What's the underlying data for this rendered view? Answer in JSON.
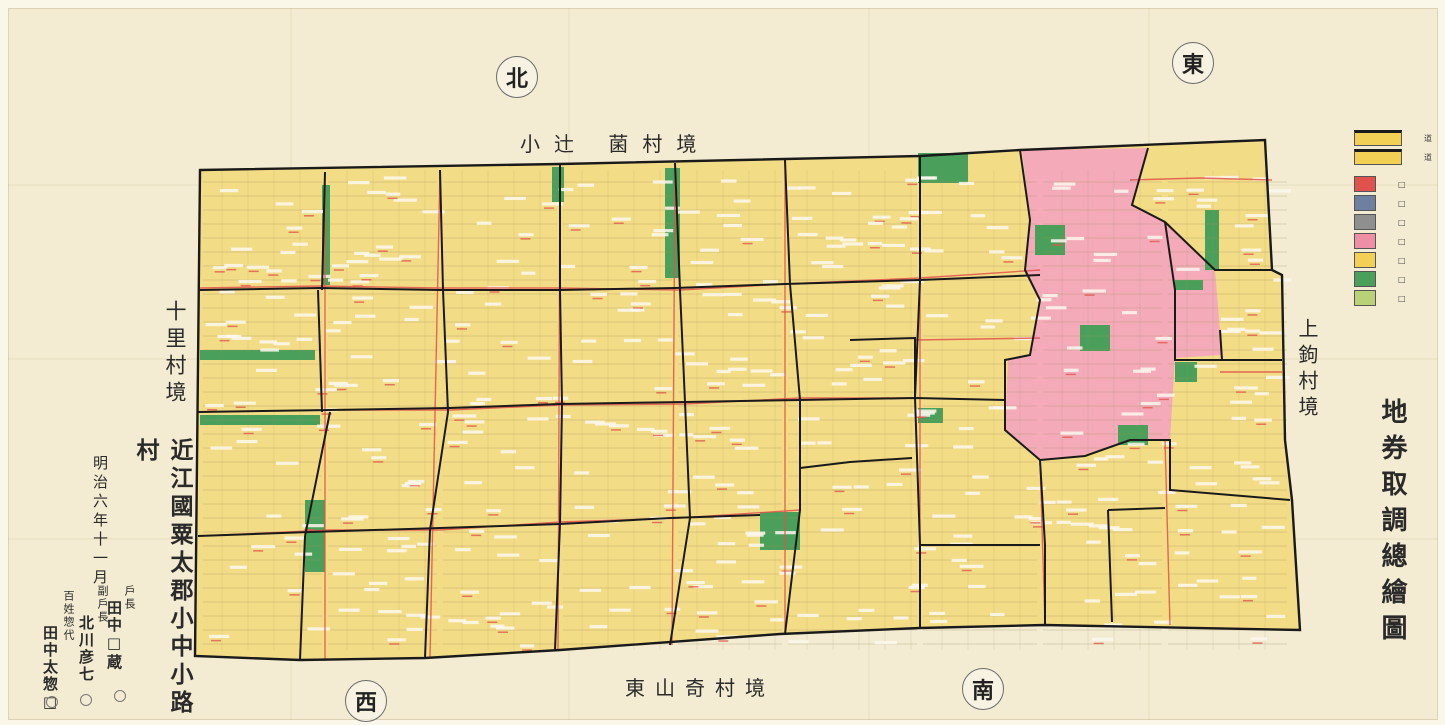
{
  "title": "地券取調總繪圖",
  "place": "近江國粟太郡小中小路村",
  "date": "明治六年十一月",
  "officials": [
    {
      "role": "戶長",
      "name": "田中□蔵"
    },
    {
      "role": "副戶長",
      "name": "北川彦七"
    },
    {
      "role": "百姓惣代",
      "name": "田中太惣□"
    }
  ],
  "compass": {
    "north": "北",
    "east": "東",
    "south": "南",
    "west": "西"
  },
  "boundaries": {
    "north": "小辻 菌村境",
    "west": "十里村境",
    "south": "東山奇村境",
    "east": "上鉤村境"
  },
  "legend": [
    {
      "label": "道",
      "color": "#1a1a1a"
    },
    {
      "label": "道",
      "color": "#1a1a1a"
    },
    {
      "label": "□",
      "color": "#e0524b"
    },
    {
      "label": "□",
      "color": "#6f7fa0"
    },
    {
      "label": "□",
      "color": "#8f8f8f"
    },
    {
      "label": "□",
      "color": "#ef8fa6"
    },
    {
      "label": "□",
      "color": "#f2cf55"
    },
    {
      "label": "□",
      "color": "#4aa05a"
    },
    {
      "label": "□",
      "color": "#b9d277"
    }
  ],
  "colors": {
    "paper": "#f3ecd2",
    "field": "#f3dc86",
    "residential": "#f4aab9",
    "wood": "#4aa05a",
    "road": "#1a1a1a",
    "waterway": "#e0524b"
  }
}
